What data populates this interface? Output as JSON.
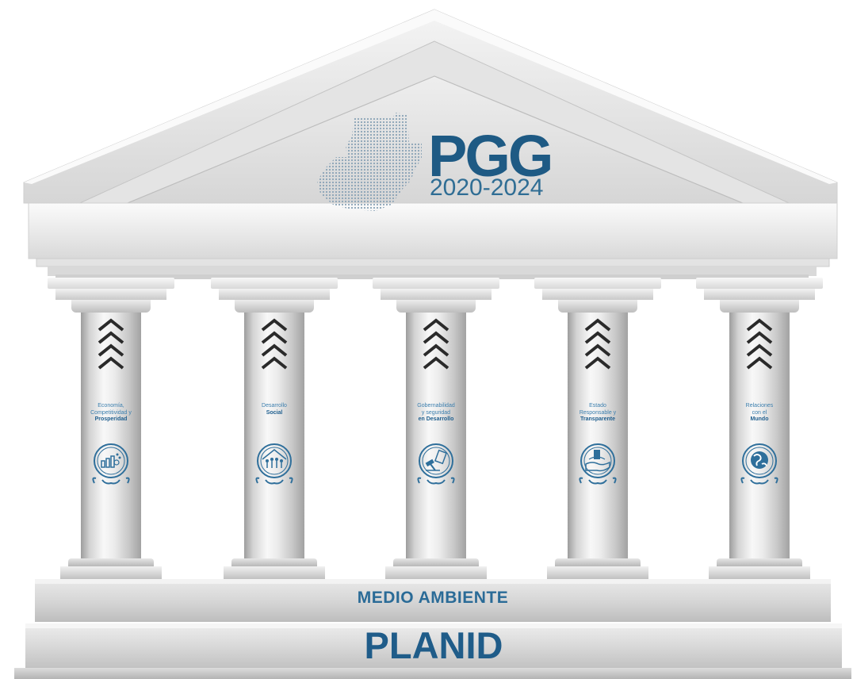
{
  "logo": {
    "title_pgg": "PGG",
    "years": "2020-2024",
    "colors": {
      "primary": "#1e5a84",
      "secondary": "#5f7f94"
    }
  },
  "pillars": [
    {
      "lines": [
        "Economía,",
        "Competitividad y"
      ],
      "bold": "Prosperidad",
      "icon": "economy-chart-icon"
    },
    {
      "lines": [
        "Desarrollo"
      ],
      "bold": "Social",
      "icon": "social-people-icon"
    },
    {
      "lines": [
        "Gobernabilidad",
        "y seguridad"
      ],
      "bold": "en Desarrollo",
      "icon": "governance-gavel-icon"
    },
    {
      "lines": [
        "Estado",
        "Responsable y"
      ],
      "bold": "Transparente",
      "icon": "transparency-hand-icon"
    },
    {
      "lines": [
        "Relaciones",
        "con el"
      ],
      "bold": "Mundo",
      "icon": "globe-icon"
    }
  ],
  "base": {
    "environment": "MEDIO AMBIENTE",
    "foundation": "PLANID"
  }
}
